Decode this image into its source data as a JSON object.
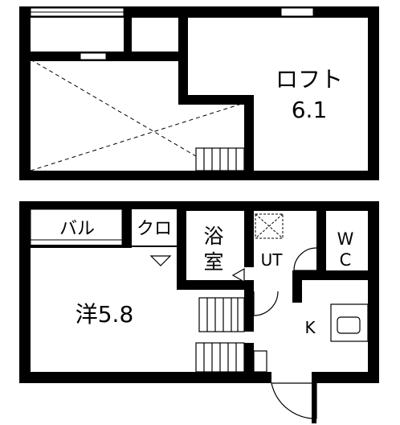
{
  "floor_plan": {
    "upper_floor": {
      "loft_label": "ロフト",
      "loft_size": "6.1"
    },
    "lower_floor": {
      "balcony_label": "バル",
      "closet_label": "クロ",
      "bath_label_line1": "浴",
      "bath_label_line2": "室",
      "utility_label": "UT",
      "toilet_label_line1": "W",
      "toilet_label_line2": "C",
      "kitchen_label": "K",
      "western_room_label": "洋5.8"
    }
  }
}
